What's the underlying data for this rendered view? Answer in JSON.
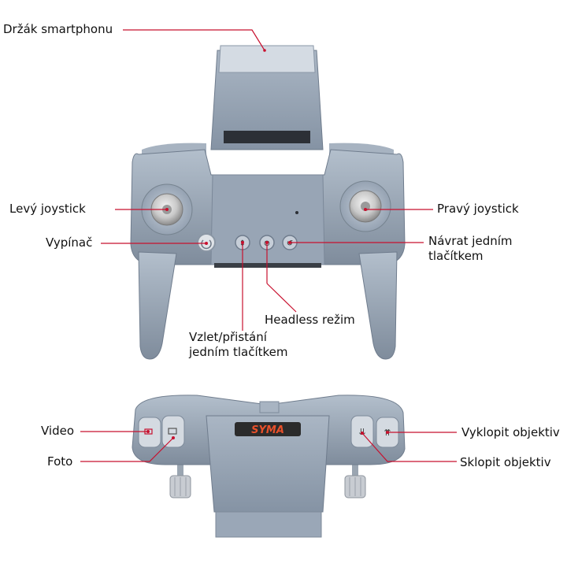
{
  "labels": {
    "phone_holder": "Držák smartphonu",
    "left_joystick": "Levý joystick",
    "right_joystick": "Pravý joystick",
    "power": "Vypínač",
    "return_line1": "Návrat jedním",
    "return_line2": "tlačítkem",
    "headless": "Headless režim",
    "takeoff_line1": "Vzlet/přistání",
    "takeoff_line2": "jedním tlačítkem",
    "video": "Video",
    "photo": "Foto",
    "tilt_up": "Vyklopit objektiv",
    "tilt_down": "Sklopit objektiv"
  },
  "brand": {
    "logo_text": "SYMA"
  },
  "colors": {
    "leader_line": "#c8102e",
    "body": "#8f9cad",
    "body_dark": "#6e7b8c",
    "body_light": "#b7c2cf",
    "logo_bg": "#2b2b2b",
    "logo_text": "#e8502a"
  }
}
